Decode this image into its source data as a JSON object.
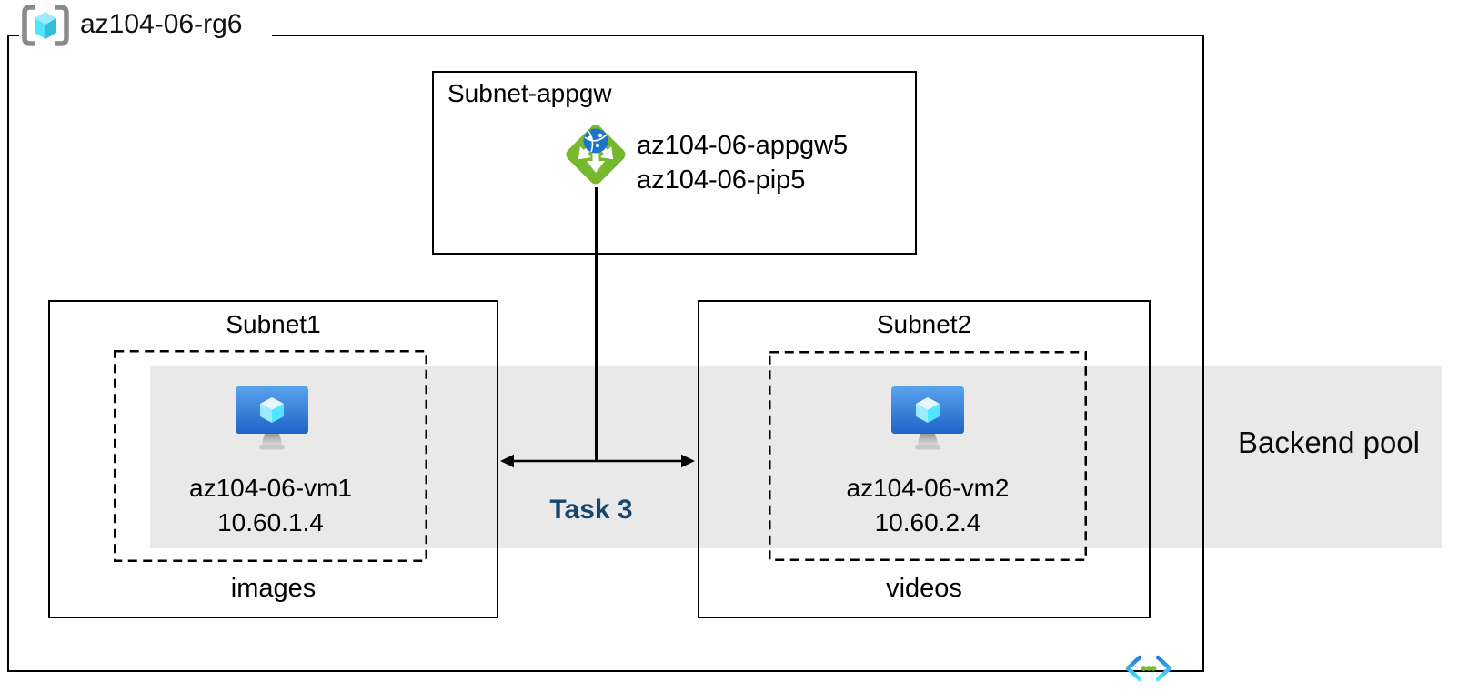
{
  "resource_group": {
    "label": "az104-06-rg6"
  },
  "appgw_subnet": {
    "title": "Subnet-appgw",
    "gateway_name": "az104-06-appgw5",
    "public_ip_name": "az104-06-pip5"
  },
  "subnet1": {
    "title": "Subnet1",
    "vm_name": "az104-06-vm1",
    "vm_ip": "10.60.1.4",
    "caption": "images"
  },
  "subnet2": {
    "title": "Subnet2",
    "vm_name": "az104-06-vm2",
    "vm_ip": "10.60.2.4",
    "caption": "videos"
  },
  "backend_pool": {
    "label": "Backend pool"
  },
  "task": {
    "label": "Task 3"
  },
  "icons": {
    "resource_group_icon": "azure-resource-group",
    "application_gateway_icon": "azure-application-gateway",
    "virtual_machine_icon": "azure-virtual-machine",
    "virtual_network_icon": "azure-virtual-network"
  },
  "colors": {
    "band_gray": "#E9E9E9",
    "line_black": "#000000",
    "task_blue": "#17466E",
    "gateway_green": "#76B82E",
    "globe_blue": "#1E73C7",
    "vm_screen_top": "#5AA3EC",
    "vm_screen_bottom": "#1E63C8",
    "cube_top": "#9CEBFF",
    "cube_left": "#50E6FF",
    "cube_right": "#32BEDD",
    "bracket_gray": "#8A8A8A",
    "vnet_blue": "#1B7FD4",
    "vnet_cyan": "#50E6FF",
    "vnet_dot_green": "#76BC2D"
  }
}
